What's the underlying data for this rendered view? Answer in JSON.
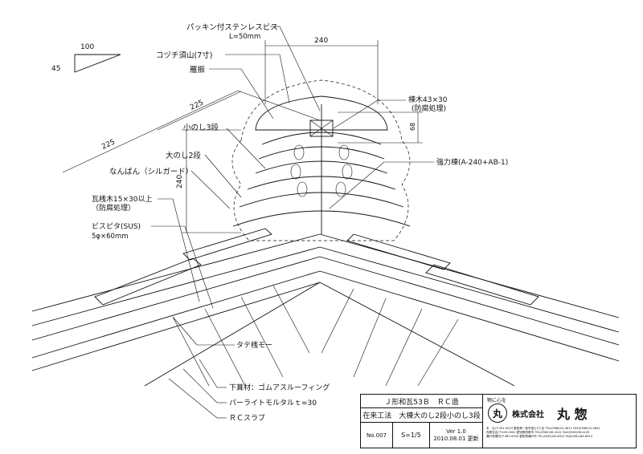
{
  "scale_triangle": {
    "run": "100",
    "rise": "45"
  },
  "dimensions": {
    "width_240": "240",
    "slope_225_upper": "225",
    "slope_225_lower": "225",
    "height_68": "68",
    "height_240": "240"
  },
  "labels": {
    "packing_screw": "パッキン付ステンレスビス",
    "packing_screw_len": "L=50mm",
    "kotsuchi": "コヅチ須山(7寸)",
    "gamburi": "雁振",
    "konoshi": "小のし3段",
    "oonoshi": "大のし2段",
    "nanban": "なんばん（シルガード）",
    "kawarasangi": "瓦桟木15×30以上",
    "kawarasangi_note": "（防腐処理）",
    "bisupita": "ビスピタ(SUS)",
    "bisupita_spec": "5φ×60mm",
    "munagi": "棟木43×30",
    "munagi_note": "(防腐処理)",
    "kyoryoku": "強力棟(A-240+AB-1)",
    "tatesan": "タテ桟モー",
    "shitabuki": "下葺材：ゴムアスルーフィング",
    "perlite": "パーライトモルタルｔ=30",
    "rc_slab": "ＲＣスラブ"
  },
  "title_block": {
    "title1": "Ｊ形和瓦53Ｂ　ＲＣ造",
    "title2": "在来工法　大棟大のし2段小のし3段",
    "no": "No.007",
    "scale": "S=1/5",
    "version": "Ver 1.0",
    "date": "2010.08.01 更新",
    "company_motto": "物に心を",
    "company_logo": "丸",
    "company": "株式会社",
    "company_name": "丸 惣",
    "addr1": "本　社/〒491-0024 愛知県一宮市富士3丁目  TEL(0586)23-4811 FAX(0586)23-4822",
    "addr2": "西尾支店/〒445-0000 愛知県西尾市  TEL(0563)56-4141 FAX(0563)56-4145",
    "addr3": "瀬戸営業所/〒489-0000 愛知県瀬戸市  TEL(0561)84-8910 FAX(0561)84-8914"
  }
}
